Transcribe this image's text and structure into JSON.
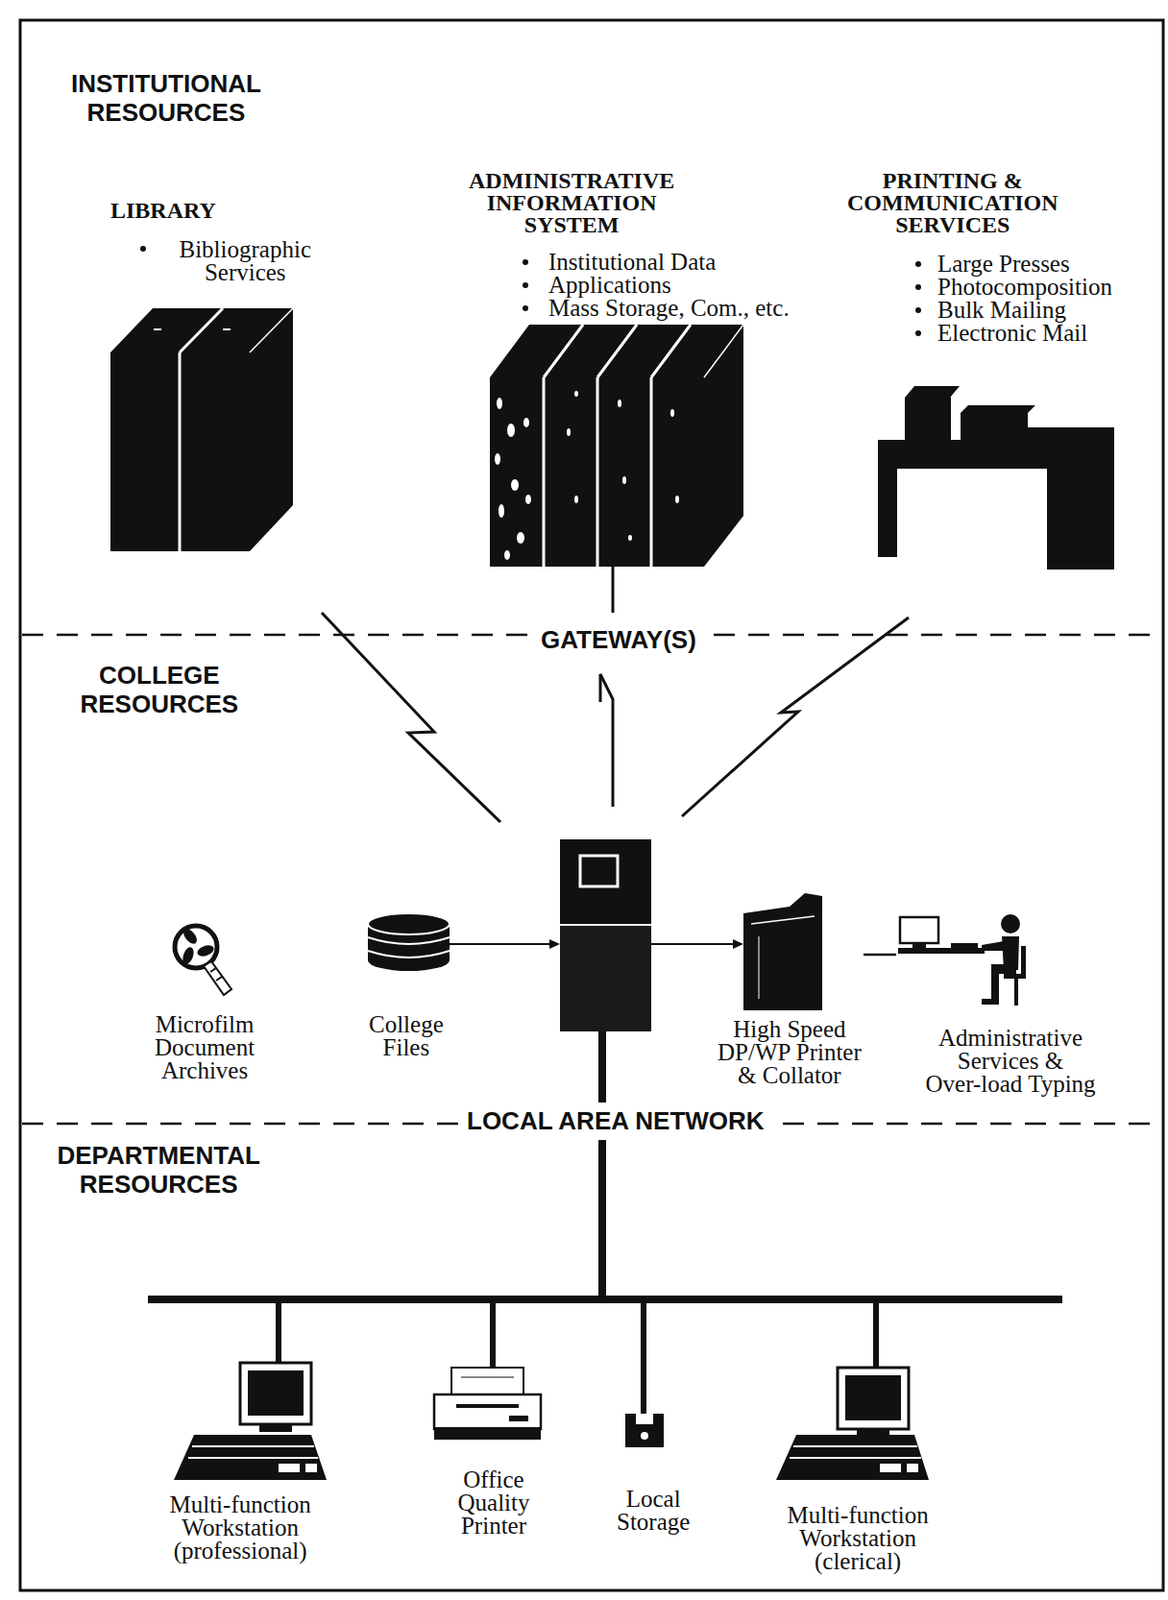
{
  "diagram": {
    "nodes": [
      {
        "text": [
          "LIBRARY",
          "Bibliographic Services"
        ]
      },
      {
        "text": [
          "ADMINISTRATIVE INFORMATION SYSTEM",
          "Institutional Data",
          "Applications",
          "Mass Storage, Com., etc."
        ]
      },
      {
        "text": [
          "PRINTING & COMMUNICATION SERVICES",
          "Large Presses",
          "Photocomposition",
          "Bulk Mailing",
          "Electronic Mail"
        ]
      },
      {
        "text": [
          "Microfilm Document Archives"
        ]
      },
      {
        "text": [
          "College Files"
        ]
      },
      {
        "text": [
          "High Speed DP/WP Printer & Collator"
        ]
      },
      {
        "text": [
          "Administrative Services & Over-load Typing"
        ]
      },
      {
        "text": [
          "Multi-function Workstation (professional)"
        ]
      },
      {
        "text": [
          "Office Quality Printer"
        ]
      },
      {
        "text": [
          "Local Storage"
        ]
      },
      {
        "text": [
          "Multi-function Workstation (clerical)"
        ]
      }
    ],
    "edges": [
      {
        "from": 5,
        "to": 6,
        "arrow": "none"
      }
    ],
    "labels": [
      "INSTITUTIONAL RESOURCES",
      "GATEWAY(S)",
      "COLLEGE RESOURCES",
      "LOCAL AREA NETWORK",
      "DEPARTMENTAL RESOURCES"
    ]
  }
}
